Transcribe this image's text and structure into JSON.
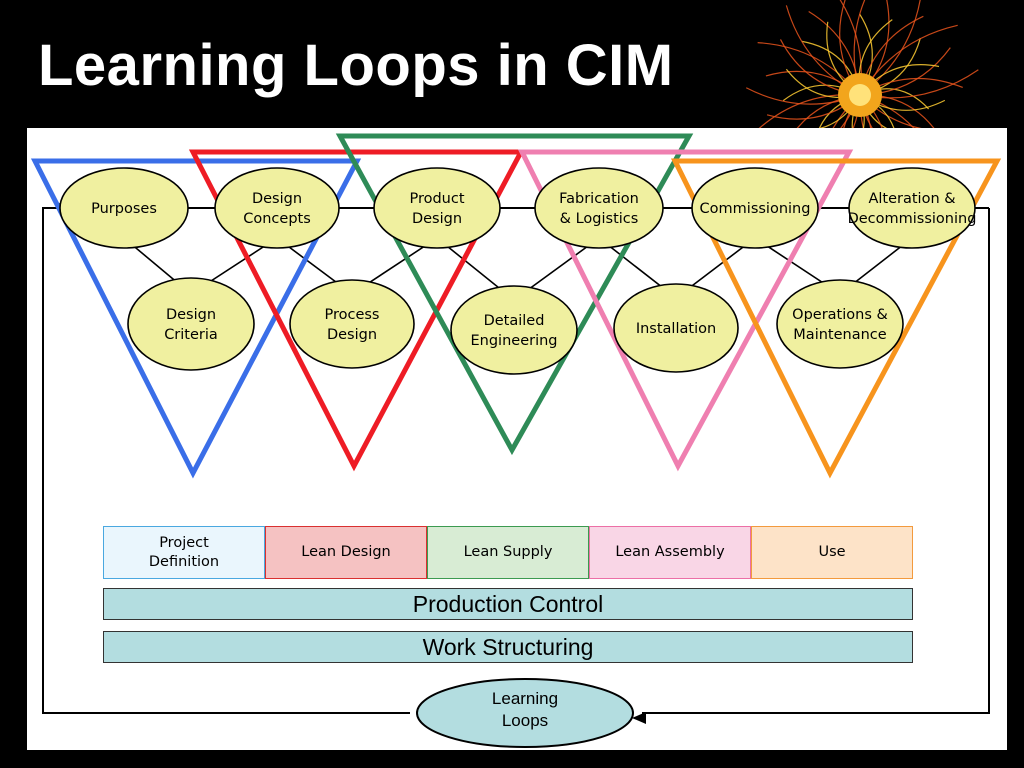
{
  "slide": {
    "title": "Learning Loops in CIM"
  },
  "colors": {
    "background": "#000000",
    "panel": "#ffffff",
    "node_fill": "#f0f0a0",
    "loop_blue": "#3a6ee8",
    "loop_red": "#ee1c25",
    "loop_green": "#2e8b57",
    "loop_pink": "#ef7fb0",
    "loop_orange": "#f7941d",
    "band_fill": "#b3dde0"
  },
  "diagram": {
    "top_nodes": [
      "Purposes",
      "Design\nConcepts",
      "Product\nDesign",
      "Fabrication\n& Logistics",
      "Commissioning",
      "Alteration &\nDecommissioning"
    ],
    "bottom_nodes": [
      "Design\nCriteria",
      "Process\nDesign",
      "Detailed\nEngineering",
      "Installation",
      "Operations &\nMaintenance"
    ],
    "phases": [
      {
        "label": "Project\nDefinition",
        "color": "#4aa8e0",
        "fill": "#eaf6fd"
      },
      {
        "label": "Lean Design",
        "color": "#d93030",
        "fill": "#f5c2c2"
      },
      {
        "label": "Lean Supply",
        "color": "#3c9a50",
        "fill": "#d8ecd4"
      },
      {
        "label": "Lean Assembly",
        "color": "#ec6fa6",
        "fill": "#f9d6e6"
      },
      {
        "label": "Use",
        "color": "#f39a3d",
        "fill": "#fde3c8"
      }
    ],
    "bands": [
      "Production Control",
      "Work Structuring"
    ],
    "learning_loops": "Learning\nLoops"
  }
}
